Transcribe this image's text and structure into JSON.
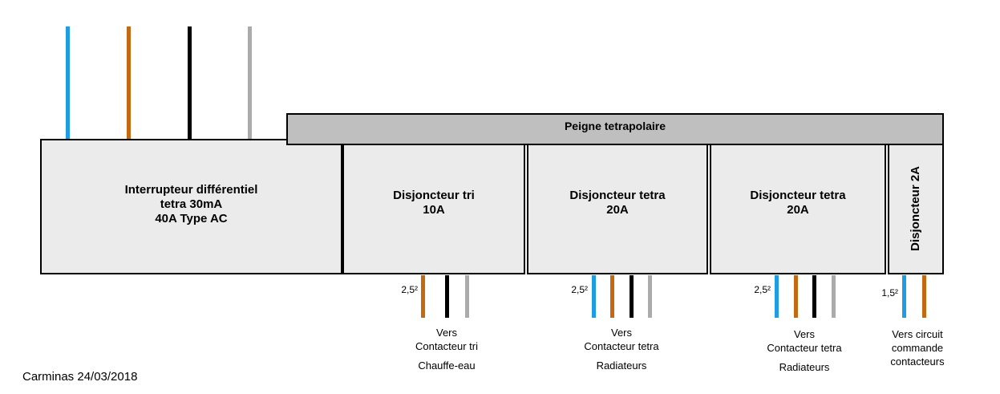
{
  "colors": {
    "blue": "#1e9ce4",
    "orange": "#c4690f",
    "black": "#000000",
    "gray": "#ababab",
    "box_fill": "#ebebeb",
    "bus_fill": "#bfbfbf",
    "border": "#000000"
  },
  "bus": {
    "label": "Peigne tetrapolaire"
  },
  "incoming_wires": [
    "blue",
    "orange",
    "black",
    "gray"
  ],
  "main_switch": {
    "line1": "Interrupteur différentiel",
    "line2": "tetra 30mA",
    "line3": "40A Type AC"
  },
  "breakers": [
    {
      "title": "Disjoncteur tri",
      "rating": "10A",
      "wire_size": "2,5²",
      "wires": [
        "orange",
        "black",
        "gray"
      ],
      "dest": {
        "line1": "Vers",
        "line2": "Contacteur tri",
        "line3": "Chauffe-eau"
      }
    },
    {
      "title": "Disjoncteur tetra",
      "rating": "20A",
      "wire_size": "2,5²",
      "wires": [
        "blue",
        "orange",
        "black",
        "gray"
      ],
      "dest": {
        "line1": "Vers",
        "line2": "Contacteur tetra",
        "line3": "Radiateurs"
      }
    },
    {
      "title": "Disjoncteur tetra",
      "rating": "20A",
      "wire_size": "2,5²",
      "wires": [
        "blue",
        "orange",
        "black",
        "gray"
      ],
      "dest": {
        "line1": "Vers",
        "line2": "Contacteur tetra",
        "line3": "Radiateurs"
      }
    },
    {
      "title": "Disjoncteur 2A",
      "wire_size": "1,5²",
      "wires": [
        "blue",
        "orange"
      ],
      "dest": {
        "line1": "Vers circuit",
        "line2": "commande",
        "line3": "contacteurs"
      }
    }
  ],
  "footer": {
    "credit": "Carminas 24/03/2018"
  }
}
